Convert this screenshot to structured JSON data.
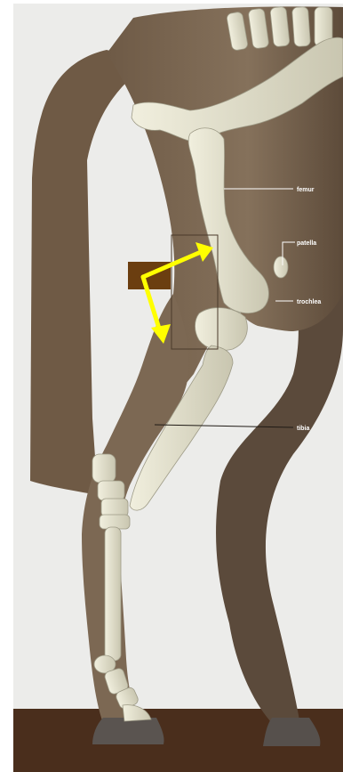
{
  "labels": {
    "femur": "femur",
    "patella": "patella",
    "trochlea": "trochlea",
    "tibia": "tibia"
  },
  "colors": {
    "background": "#ececec",
    "body": "#7f6a55",
    "leg_dark": "#5f4e3f",
    "bone": "#e8e5d0",
    "bone_shadow": "#b9b6a0",
    "ground": "#4a2e1c",
    "hoof": "#5c5550",
    "marker": "#6b3e10",
    "arrow": "#ffff00",
    "label_text": "#ffffff"
  }
}
